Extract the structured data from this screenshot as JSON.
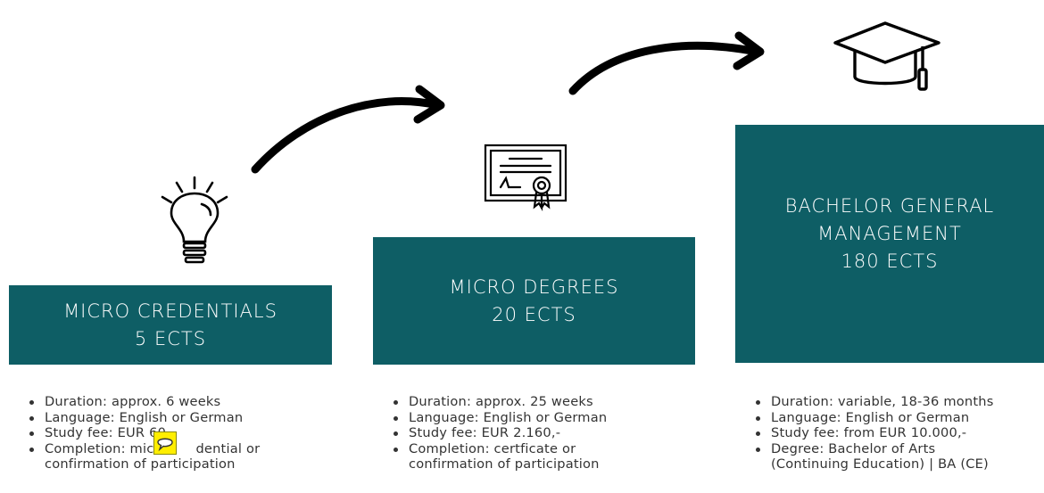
{
  "steps": [
    {
      "title_lines": [
        "MICRO CREDENTIALS",
        "5 ECTS"
      ],
      "details": [
        "Duration: approx. 6 weeks",
        "Language: English or German",
        "Study fee: EUR 60",
        "Completion: micro",
        "confirmation of participation"
      ],
      "detail_suffix": "dential or"
    },
    {
      "title_lines": [
        "MICRO DEGREES",
        "20 ECTS"
      ],
      "details": [
        "Duration: approx. 25 weeks",
        "Language: English or German",
        "Study fee: EUR 2.160,-",
        "Completion: certficate or",
        "confirmation of participation"
      ]
    },
    {
      "title_lines": [
        "BACHELOR GENERAL",
        "MANAGEMENT",
        "180 ECTS"
      ],
      "details": [
        "Duration: variable, 18-36 months",
        "Language: English or German",
        "Study fee: from EUR 10.000,-",
        "Degree: Bachelor of Arts",
        "(Continuing Education) | BA (CE)"
      ]
    }
  ],
  "colors": {
    "box": "#0e5e65",
    "text": "#333333",
    "arrow": "#000000",
    "comment_badge": "#ffee00"
  },
  "icons": [
    "light-bulb-icon",
    "certificate-icon",
    "graduation-cap-icon",
    "arrow-icon",
    "speech-bubble-icon"
  ]
}
